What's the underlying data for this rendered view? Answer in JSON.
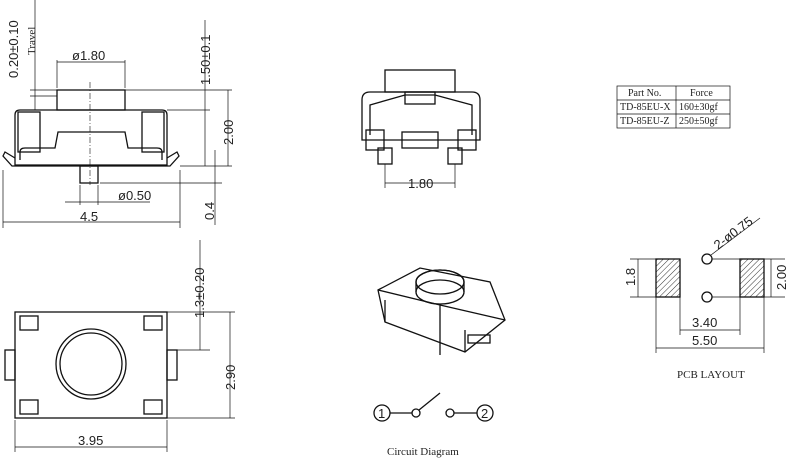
{
  "front_view": {
    "travel_dim": "0.20±0.10",
    "travel_label": "Travel",
    "button_dia": "ø1.80",
    "button_height": "1.50±0.1",
    "total_height": "2.00",
    "pin_dia": "ø0.50",
    "pin_length": "0.4",
    "width": "4.5"
  },
  "bottom_view": {
    "offset": "1.3±0.20",
    "height": "2.90",
    "width": "3.95"
  },
  "side_view": {
    "pin_spacing": "1.80"
  },
  "table": {
    "headers": [
      "Part No.",
      "Force"
    ],
    "rows": [
      [
        "TD-85EU-X",
        "160±30gf"
      ],
      [
        "TD-85EU-Z",
        "250±50gf"
      ]
    ]
  },
  "pcb_layout": {
    "hole_dia": "2-ø0.75",
    "pad_height": "1.8",
    "hole_spacing": "2.00",
    "inner": "3.40",
    "outer": "5.50",
    "title": "PCB LAYOUT"
  },
  "circuit": {
    "terminal_1": "1",
    "terminal_2": "2",
    "title": "Circuit Diagram"
  }
}
